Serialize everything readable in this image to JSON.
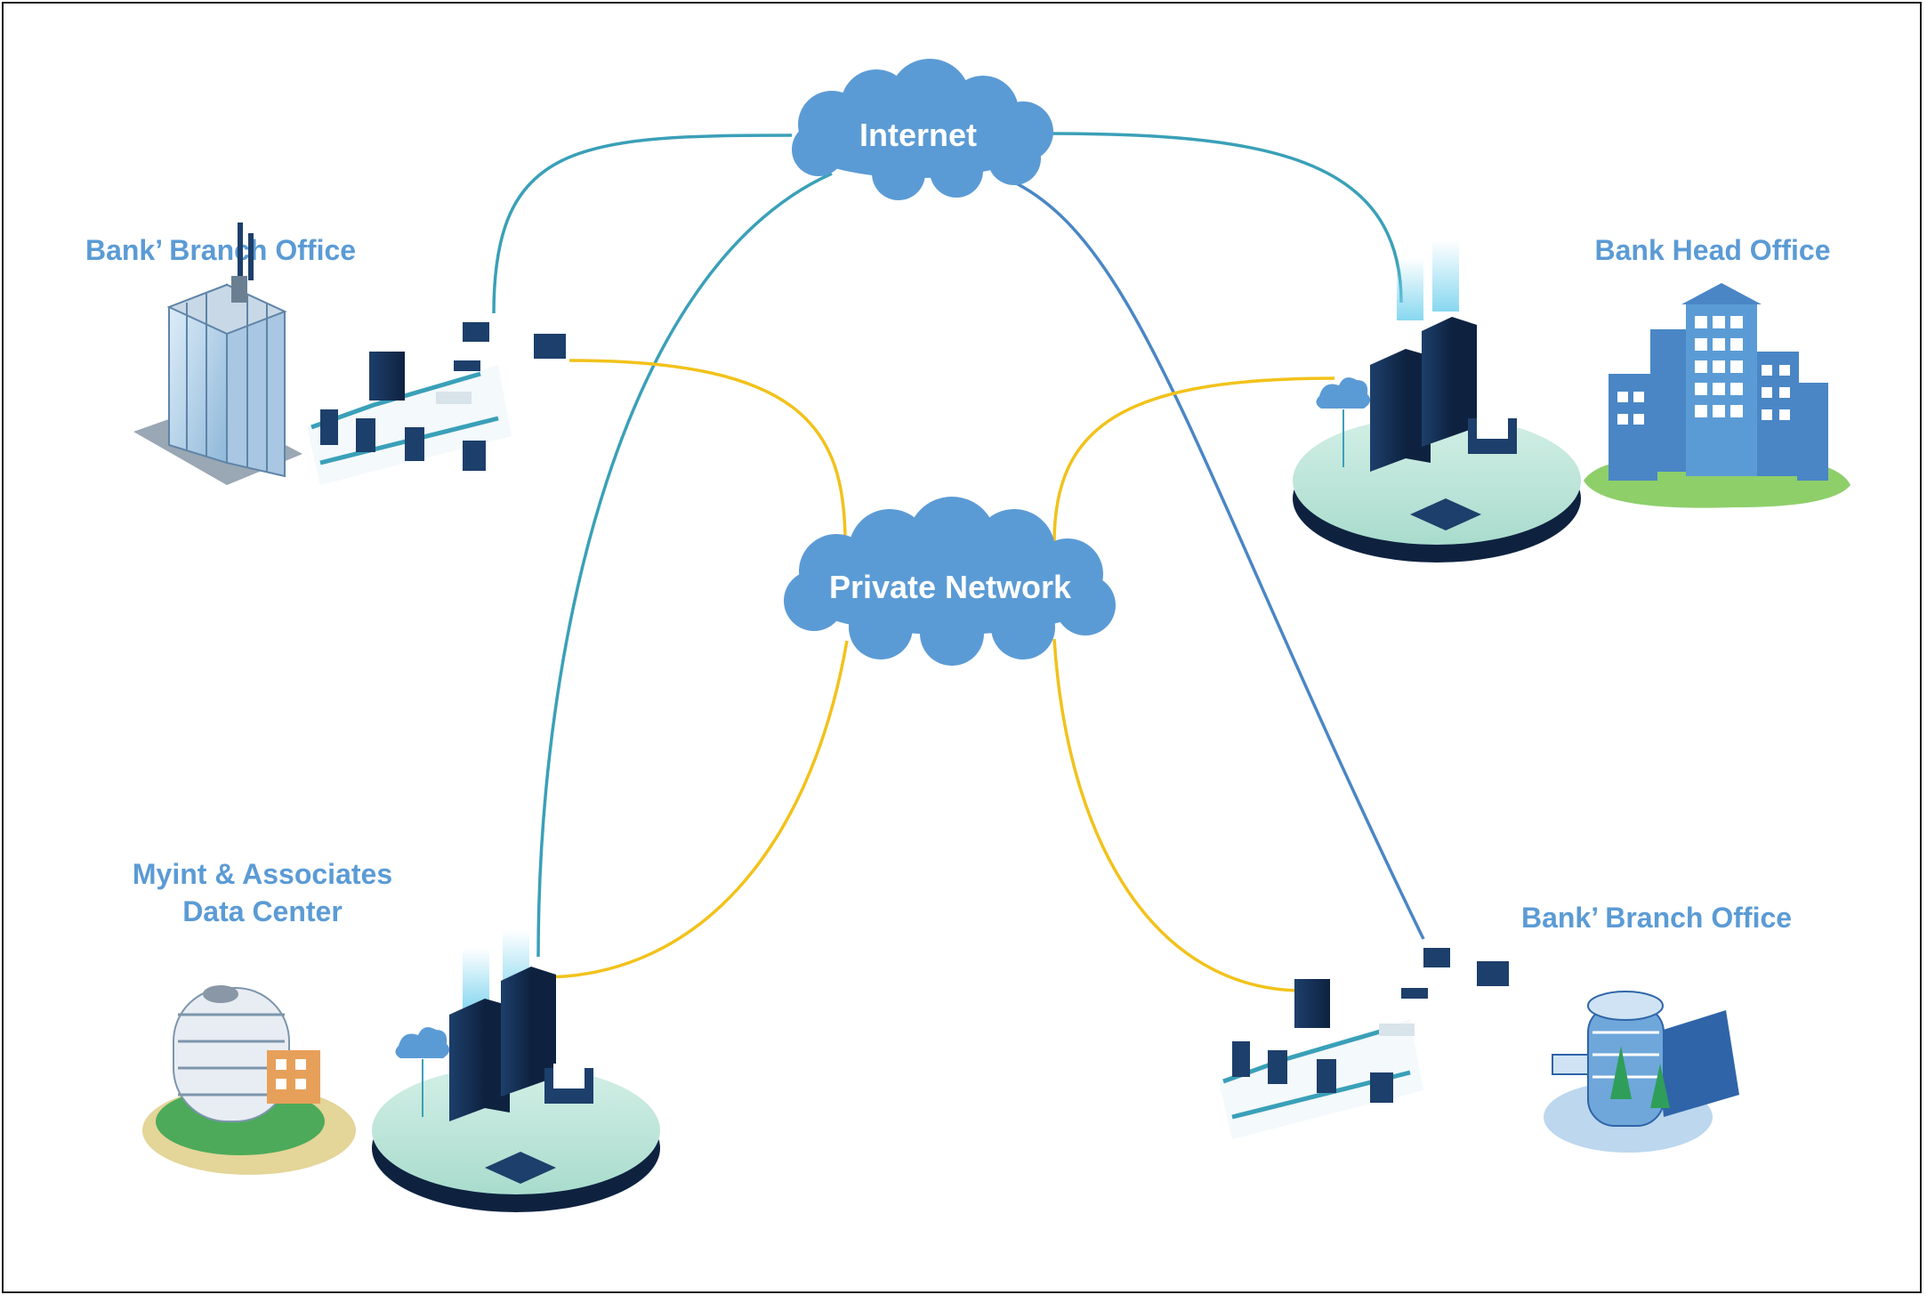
{
  "clouds": {
    "internet": {
      "label": "Internet"
    },
    "private": {
      "label": "Private Network"
    }
  },
  "sites": {
    "branch_top_left": {
      "label": "Bank’ Branch Office"
    },
    "head_office": {
      "label": "Bank Head Office"
    },
    "data_center": {
      "label_line1": "Myint & Associates",
      "label_line2": "Data Center"
    },
    "branch_bottom_right": {
      "label": "Bank’ Branch Office"
    }
  },
  "colors": {
    "internet_link": "#3aa0b8",
    "private_link": "#f2c21b",
    "label_text": "#5b9bd5",
    "cloud_fill": "#5b9bd5"
  }
}
